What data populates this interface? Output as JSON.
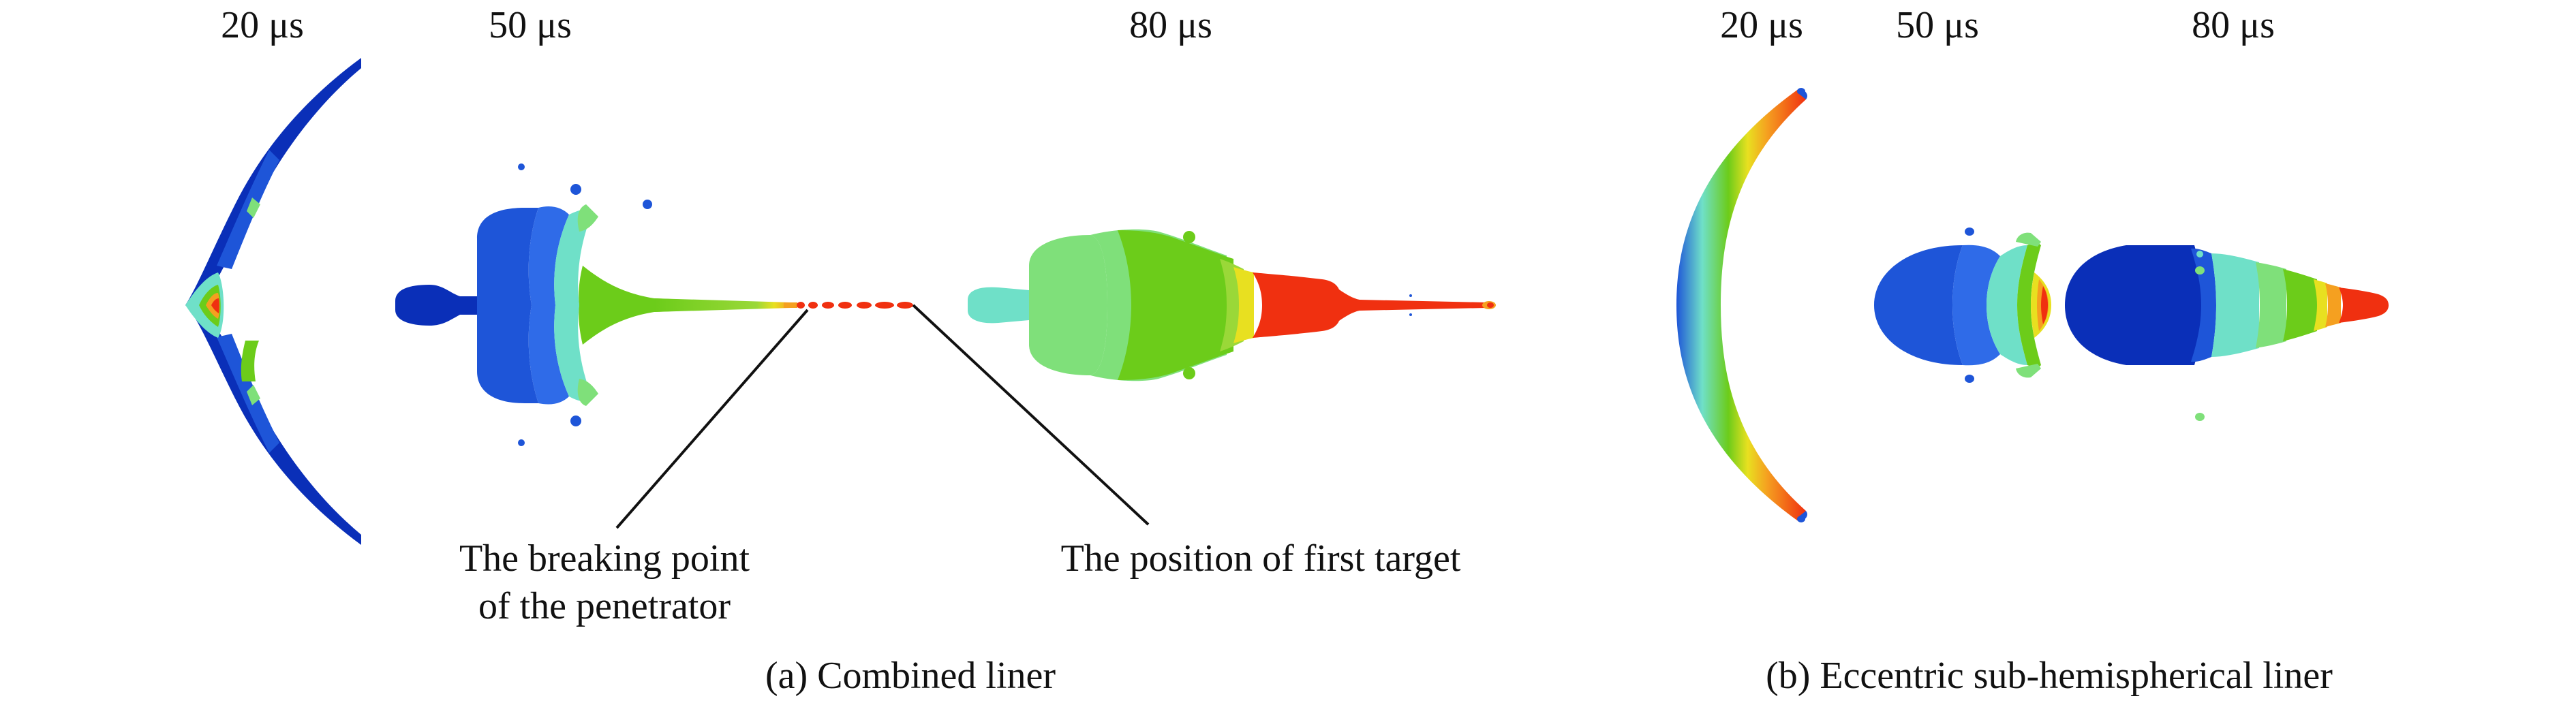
{
  "figure": {
    "panel_a": {
      "caption": "(a) Combined liner",
      "times": [
        "20 μs",
        "50 μs",
        "80 μs"
      ],
      "annotation_break": [
        "The breaking point",
        "of the penetrator"
      ],
      "annotation_target": "The position of first target"
    },
    "panel_b": {
      "caption": "(b) Eccentric sub-hemispherical liner",
      "times": [
        "20 μs",
        "50 μs",
        "80 μs"
      ]
    }
  },
  "colors": {
    "dark_blue": "#0a2fb8",
    "blue": "#1e55d8",
    "mid_blue": "#2f6be8",
    "cyan": "#6fe0c8",
    "light_green": "#7fe07a",
    "green": "#6ccc1a",
    "yellow": "#e8e020",
    "orange": "#f5a020",
    "red": "#f03010"
  }
}
